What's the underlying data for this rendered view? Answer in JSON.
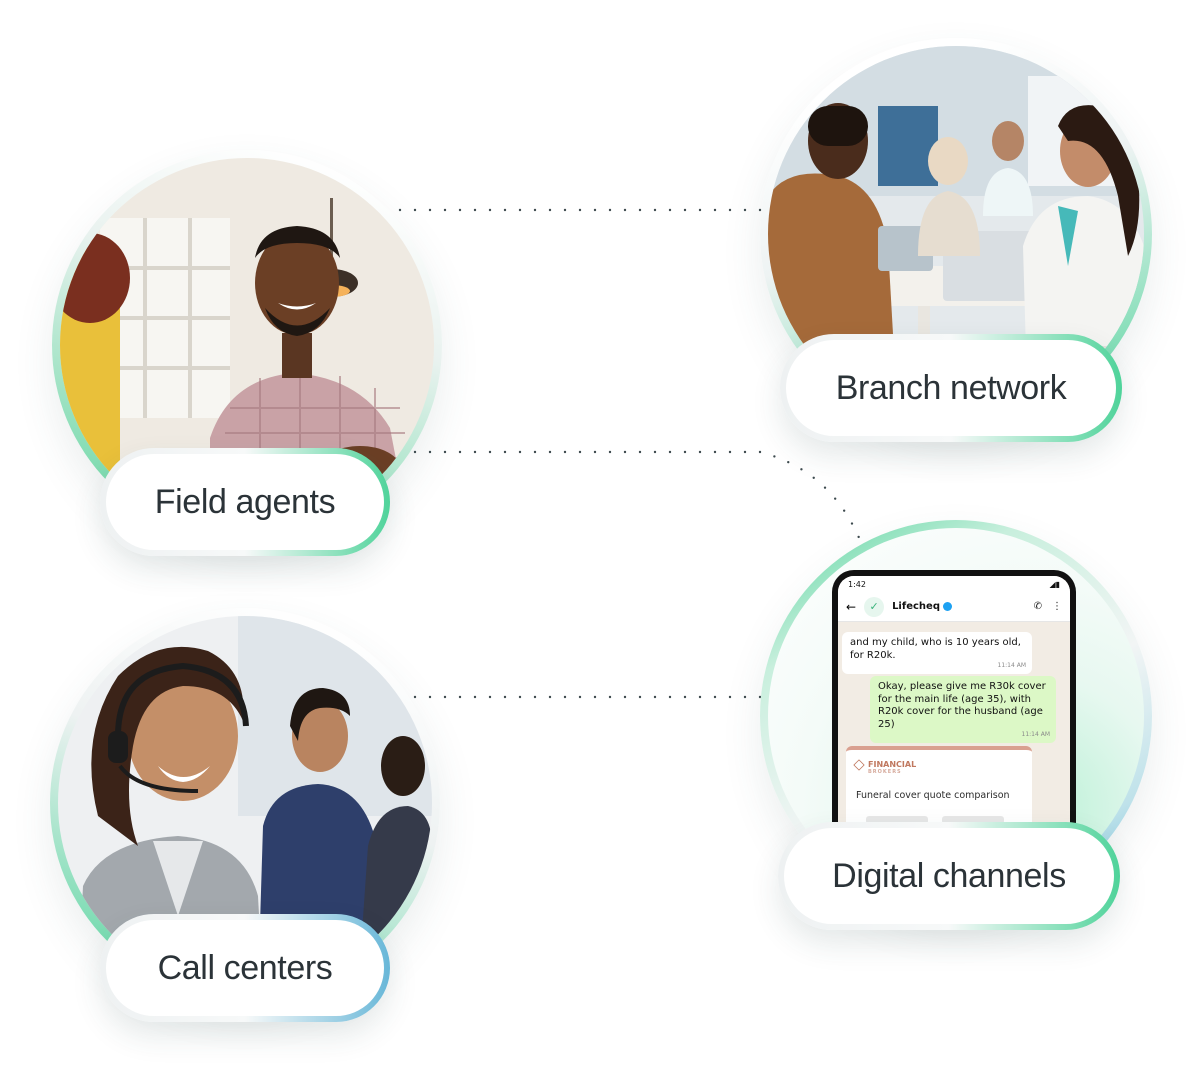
{
  "channels": {
    "field_agents": {
      "label": "Field agents"
    },
    "branch_network": {
      "label": "Branch network"
    },
    "call_centers": {
      "label": "Call centers"
    },
    "digital_channels": {
      "label": "Digital channels"
    }
  },
  "phone": {
    "status_time": "1:42",
    "contact_name": "Lifecheq",
    "messages": [
      {
        "text": "and my child, who is 10 years old, for R20k.",
        "time": "11:14 AM",
        "direction": "incoming"
      },
      {
        "text": "Okay, please give me R30k cover for the main life (age 35), with R20k cover for the husband (age 25)",
        "time": "11:14 AM",
        "direction": "outgoing"
      }
    ],
    "card": {
      "brand": "FINANCIAL",
      "brand_sub": "BROKERS",
      "title": "Funeral cover quote comparison"
    }
  },
  "colors": {
    "accent_green": "#4fd39a",
    "accent_blue": "#68b7d8",
    "label_text": "#2b3338"
  }
}
